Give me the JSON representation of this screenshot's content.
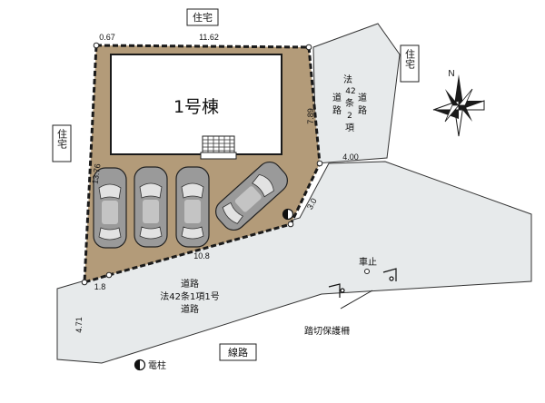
{
  "neighbors": {
    "top": "住宅",
    "left": "住宅",
    "right": "住宅"
  },
  "building": {
    "label": "1号棟"
  },
  "roads": {
    "north_road": [
      "法",
      "42",
      "条",
      "2",
      "項",
      "道",
      "路",
      "道",
      "路"
    ],
    "south_road": {
      "line1": "道路",
      "line2": "法42条1項1号",
      "line3": "道路"
    },
    "railway": "線路"
  },
  "dimensions": {
    "top_left": "0.67",
    "top": "11.62",
    "right_upper": "7.89",
    "right_width": "4.00",
    "diagonal": "3.0",
    "bottom": "10.8",
    "left": "13.76",
    "left_corner": "1.8",
    "road_width": "4.71"
  },
  "labels": {
    "car_stop": "車止",
    "crossing_fence": "踏切保護柵",
    "utility_pole_legend": "電柱"
  },
  "compass": {
    "north": "N"
  },
  "parking": {
    "car_count": 4
  },
  "colors": {
    "lot": "#b39b79",
    "lot_border": "#1a1a1a",
    "road": "#e7eaeb",
    "building": "#ffffff"
  }
}
